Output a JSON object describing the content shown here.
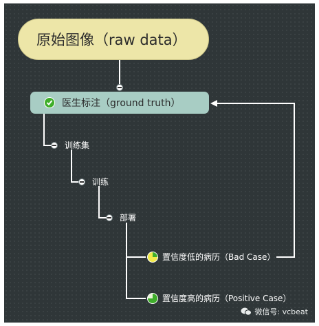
{
  "root": {
    "label": "原始图像（raw data）"
  },
  "level1": {
    "label": "医生标注（ground truth）",
    "icon": "check-circle-icon"
  },
  "level2": {
    "label": "训练集"
  },
  "level3": {
    "label": "训练"
  },
  "level4": {
    "label": "部署"
  },
  "outcomes": [
    {
      "label": "置信度低的病历（Bad Case）",
      "icon": "low-progress-pie-icon",
      "level": 0.25
    },
    {
      "label": "置信度高的病历（Positive Case）",
      "icon": "high-progress-pie-icon",
      "level": 0.75
    }
  ],
  "watermark": {
    "text": "微信号: vcbeat"
  },
  "colors": {
    "background": "#2f3638",
    "root_fill": "#ede6a8",
    "level1_fill": "#a8cdc4",
    "connector": "#ffffff",
    "icon_green": "#3fae2b",
    "icon_yellow": "#f2ea4a"
  }
}
